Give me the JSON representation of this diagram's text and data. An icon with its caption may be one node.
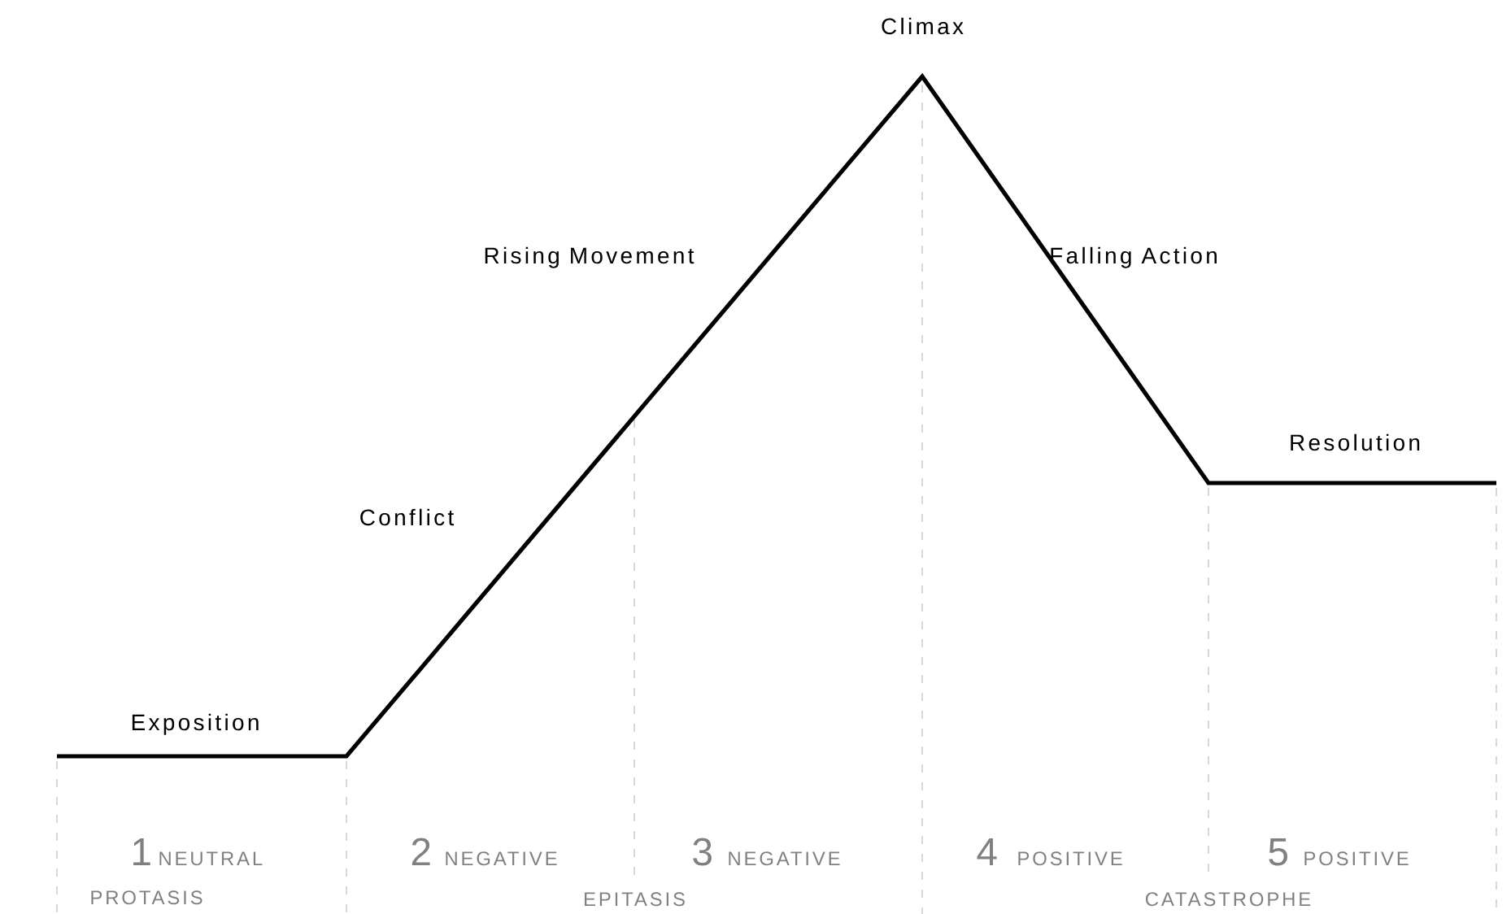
{
  "diagram": {
    "labels": [
      "Exposition",
      "Conflict",
      "Rising Movement",
      "Climax",
      "Falling Action",
      "Resolution",
      "1",
      "NEUTRAL",
      "PROTASIS",
      "2",
      "NEGATIVE",
      "3",
      "NEGATIVE",
      "EPITASIS",
      "4",
      "POSITIVE",
      "5",
      "POSITIVE",
      "CATASTROPHE"
    ]
  }
}
